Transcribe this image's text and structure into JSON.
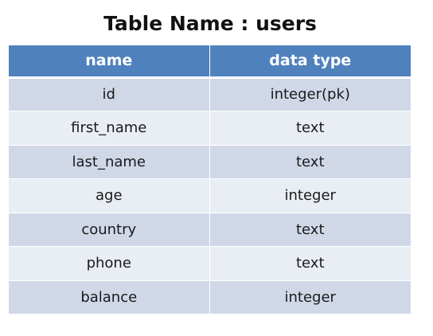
{
  "title": "Table Name : users",
  "colors": {
    "header_bg": "#4f81bd",
    "header_text": "#ffffff",
    "row_dark": "#d0d8e8",
    "row_light": "#e9edf4"
  },
  "table": {
    "headers": [
      "name",
      "data type"
    ],
    "rows": [
      {
        "name": "id",
        "type": "integer(pk)"
      },
      {
        "name": "first_name",
        "type": "text"
      },
      {
        "name": "last_name",
        "type": "text"
      },
      {
        "name": "age",
        "type": "integer"
      },
      {
        "name": "country",
        "type": "text"
      },
      {
        "name": "phone",
        "type": "text"
      },
      {
        "name": "balance",
        "type": "integer"
      }
    ]
  }
}
